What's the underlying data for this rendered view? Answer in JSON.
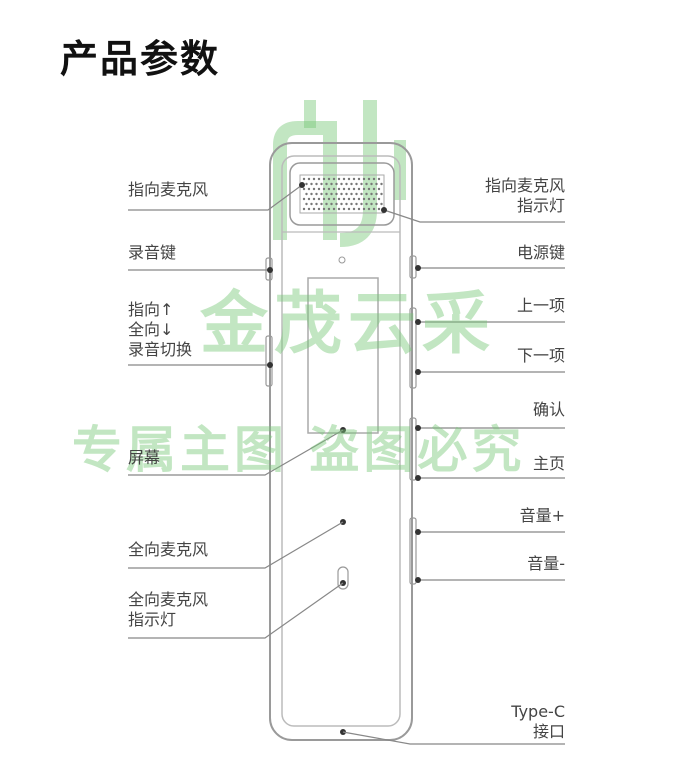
{
  "title": "产品参数",
  "watermark": {
    "line1": "金茂云采",
    "line2": "专属主图  盗图必究",
    "color": "#7cc97c"
  },
  "labels_left": {
    "directional_mic": "指向麦克风",
    "record_key": "录音键",
    "mode_switch": "指向↑\n全向↓\n录音切换",
    "screen": "屏幕",
    "omni_mic": "全向麦克风",
    "omni_mic_light": "全向麦克风\n指示灯"
  },
  "labels_right": {
    "directional_mic_light": "指向麦克风\n指示灯",
    "power_key": "电源键",
    "prev_item": "上一项",
    "next_item": "下一项",
    "confirm": "确认",
    "home": "主页",
    "volume_up": "音量+",
    "volume_down": "音量-",
    "typec_port": "Type-C\n接口"
  },
  "colors": {
    "line": "#888888",
    "device_outline": "#9a9a9a",
    "text": "#444444"
  }
}
